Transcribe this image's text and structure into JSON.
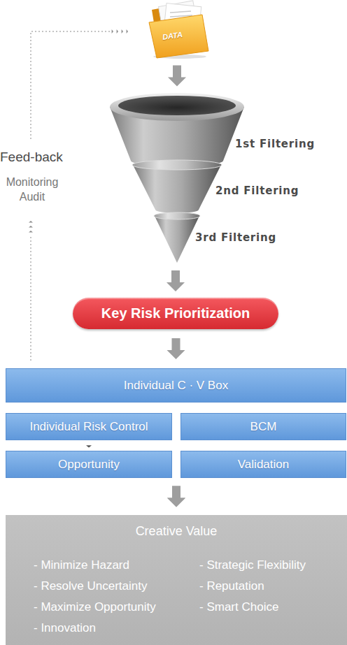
{
  "diagram": {
    "nodes": [
      {
        "text": [
          "DATA"
        ]
      },
      {
        "text": [
          "1st Filtering"
        ]
      },
      {
        "text": [
          "2nd Filtering"
        ]
      },
      {
        "text": [
          "3rd Filtering"
        ]
      },
      {
        "text": [
          "Key Risk Prioritization"
        ]
      },
      {
        "text": [
          "Individual C · V Box"
        ]
      },
      {
        "text": [
          "Individual Risk Control"
        ]
      },
      {
        "text": [
          "BCM"
        ]
      },
      {
        "text": [
          "Opportunity"
        ]
      },
      {
        "text": [
          "Validation"
        ]
      },
      {
        "text": [
          "Creative Value",
          "- Minimize Hazard",
          "- Resolve Uncertainty",
          "- Maximize Opportunity",
          "- Innovation",
          "- Strategic Flexibility",
          "- Reputation",
          "- Smart Choice"
        ]
      }
    ],
    "edges": [
      {
        "from": 0,
        "to": 1,
        "arrow": "to"
      },
      {
        "from": 3,
        "to": 4,
        "arrow": "to"
      },
      {
        "from": 4,
        "to": 5,
        "arrow": "to"
      },
      {
        "from": 6,
        "to": 8,
        "arrow": "to"
      },
      {
        "from": 8,
        "to": 10,
        "arrow": "to"
      },
      {
        "from": 9,
        "to": 10,
        "arrow": "to"
      },
      {
        "from": 5,
        "to": 0,
        "arrow": "to",
        "label": "Feed-back"
      }
    ],
    "labels": [
      "Monitoring Audit"
    ]
  }
}
